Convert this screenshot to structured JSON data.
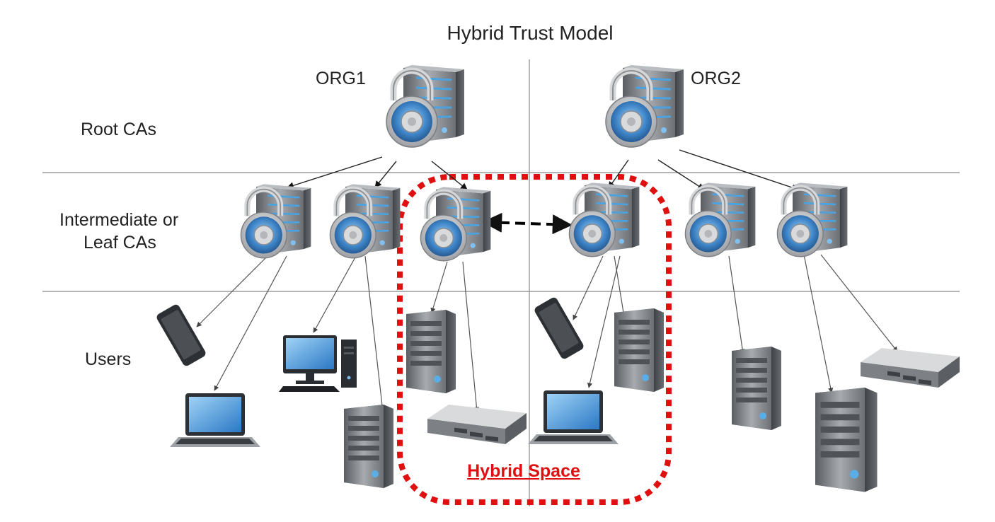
{
  "title": "Hybrid Trust Model",
  "tiers": {
    "root": "Root CAs",
    "intermediate_line1": "Intermediate or",
    "intermediate_line2": "Leaf CAs",
    "users": "Users"
  },
  "orgs": {
    "org1": "ORG1",
    "org2": "ORG2"
  },
  "hybrid_space": {
    "label": "Hybrid Space",
    "color": "#e01010"
  },
  "colors": {
    "lock_blue": "#3f86c9",
    "server_gray": "#8a8d92",
    "line": "#9a9a9a"
  },
  "icons": [
    "server-lock-icon",
    "server-icon",
    "rack-server-icon",
    "laptop-icon",
    "phone-icon",
    "desktop-icon"
  ]
}
